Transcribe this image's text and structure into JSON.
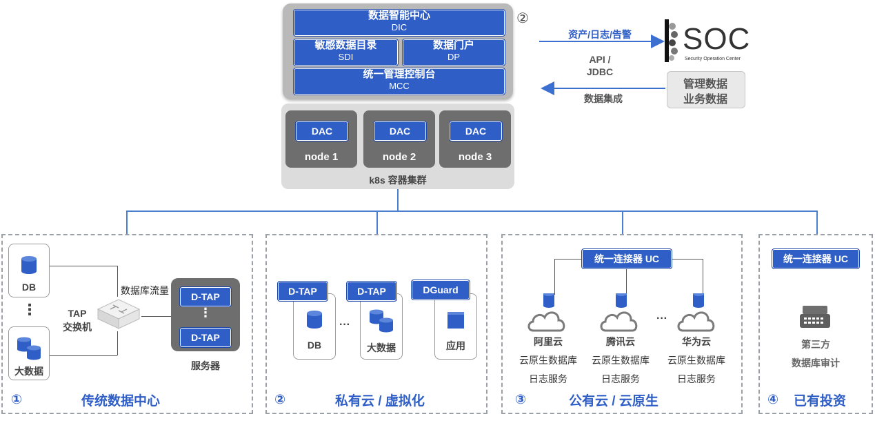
{
  "top": {
    "dic": {
      "title": "数据智能中心",
      "sub": "DIC"
    },
    "sdi": {
      "title": "敏感数据目录",
      "sub": "SDI"
    },
    "dp": {
      "title": "数据门户",
      "sub": "DP"
    },
    "mcc": {
      "title": "统一管理控制台",
      "sub": "MCC"
    },
    "marker": "②"
  },
  "k8s": {
    "nodes": [
      {
        "tag": "DAC",
        "label": "node 1"
      },
      {
        "tag": "DAC",
        "label": "node 2"
      },
      {
        "tag": "DAC",
        "label": "node 3"
      }
    ],
    "label": "k8s 容器集群"
  },
  "soc": {
    "logo_text": "SOC",
    "logo_sub": "Security Operation Center",
    "box_line1": "管理数据",
    "box_line2": "业务数据",
    "arrow_top_label": "资产/日志/告警",
    "middle_label_1": "API /",
    "middle_label_2": "JDBC",
    "arrow_bottom_label": "数据集成"
  },
  "sections": [
    {
      "num": "①",
      "title": "传统数据中心",
      "db": "DB",
      "bigdata": "大数据",
      "ellipsis": "⋮",
      "flow": "数据库流量",
      "tap_1": "TAP",
      "tap_2": "交换机",
      "dtap_1": "D-TAP",
      "dtap_2": "D-TAP",
      "server": "服务器"
    },
    {
      "num": "②",
      "title": "私有云 / 虚拟化",
      "dtap_1": "D-TAP",
      "dtap_2": "D-TAP",
      "dguard": "DGuard",
      "db": "DB",
      "bigdata": "大数据",
      "app": "应用",
      "ellipsis": "···"
    },
    {
      "num": "③",
      "title": "公有云 / 云原生",
      "uc": "统一连接器 UC",
      "clouds": [
        {
          "name": "阿里云",
          "line2": "云原生数据库",
          "line3": "日志服务"
        },
        {
          "name": "腾讯云",
          "line2": "云原生数据库",
          "line3": "日志服务"
        },
        {
          "name": "华为云",
          "line2": "云原生数据库",
          "line3": "日志服务"
        }
      ],
      "ellipsis": "···"
    },
    {
      "num": "④",
      "title": "已有投资",
      "uc": "统一连接器 UC",
      "audit_1": "第三方",
      "audit_2": "数据库审计"
    }
  ],
  "colors": {
    "accent": "#2f5fc6",
    "panel_gray": "#b5b5b5",
    "node_gray": "#6e6e6e",
    "k8s_bg": "#dcdcdc"
  }
}
